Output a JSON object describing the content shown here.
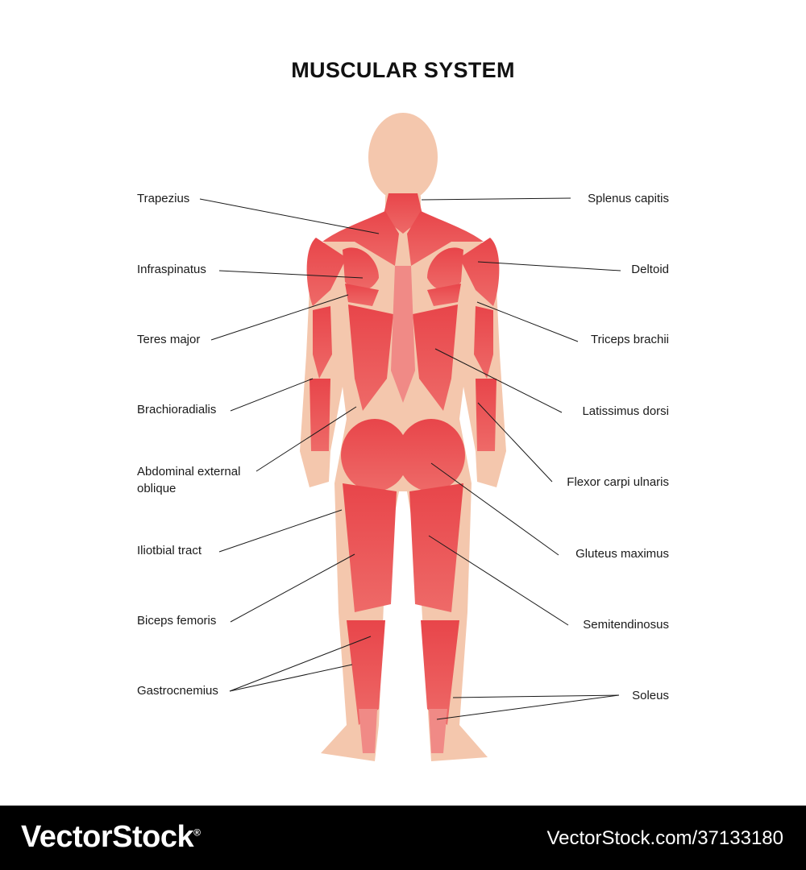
{
  "title": "MUSCULAR SYSTEM",
  "labels_left": [
    "Trapezius",
    "Infraspinatus",
    "Teres major",
    "Brachioradialis",
    "Abdominal external",
    "oblique",
    "Iliotbial tract",
    "Biceps femoris",
    "Gastrocnemius"
  ],
  "labels_right": [
    "Splenus capitis",
    "Deltoid",
    "Triceps brachii",
    "Latissimus dorsi",
    "Flexor carpi ulnaris",
    "Gluteus maximus",
    "Semitendinosus",
    "Soleus"
  ],
  "footer": {
    "brand": "VectorStock",
    "brand_mark": "®",
    "stock_id": "VectorStock.com/37133180"
  },
  "colors": {
    "skin": "#f4c7ad",
    "muscle": "#e8454a",
    "muscle_light": "#f08a86",
    "leader_line": "#1a1a1a"
  }
}
